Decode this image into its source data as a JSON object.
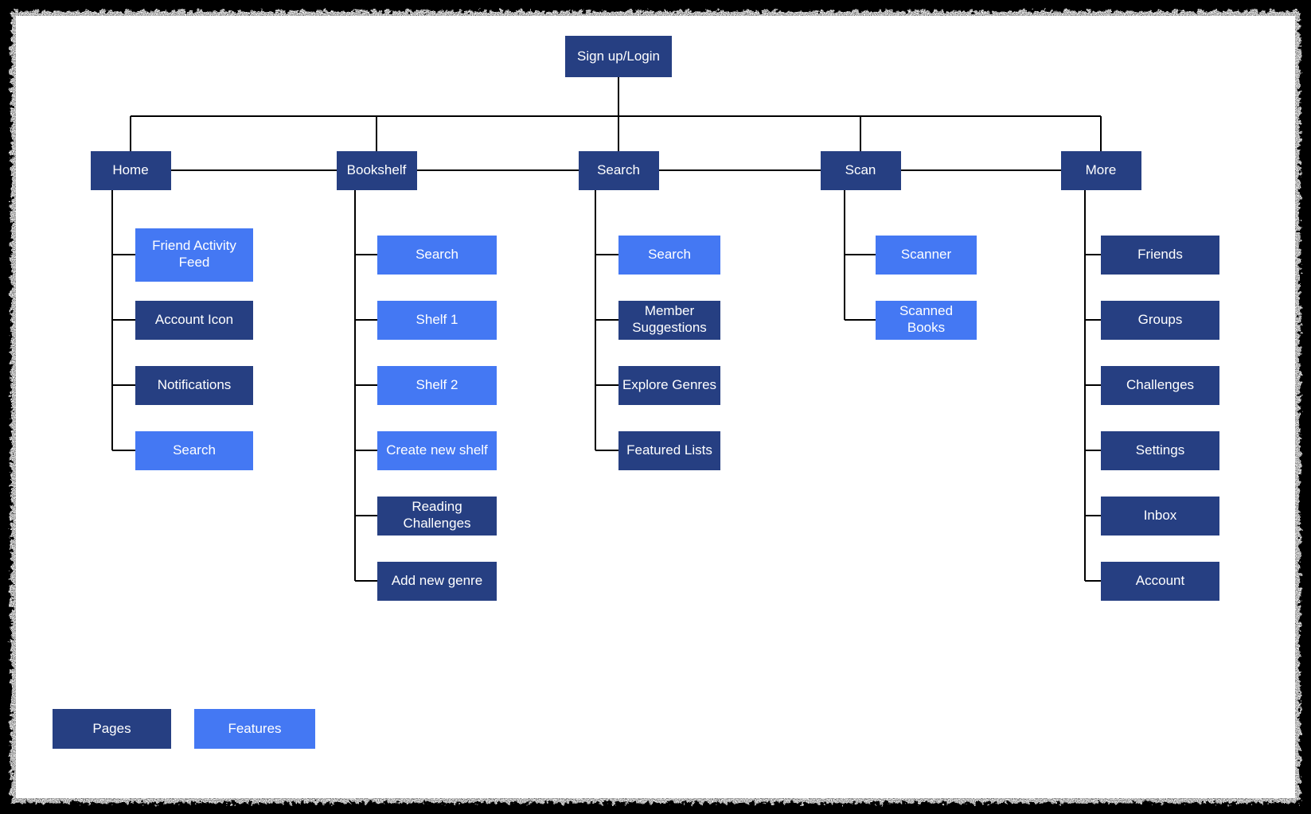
{
  "colors": {
    "page_fill": "#263F82",
    "feature_fill": "#4478F3",
    "text": "#FFFFFF",
    "line": "#000000",
    "background": "#FFFFFF",
    "border": "#000000"
  },
  "diagram": {
    "root": {
      "label": "Sign up/Login",
      "type": "page"
    },
    "pages": [
      {
        "label": "Home",
        "type": "page",
        "children": [
          {
            "label": "Friend Activity Feed",
            "type": "feature"
          },
          {
            "label": "Account Icon",
            "type": "page"
          },
          {
            "label": "Notifications",
            "type": "page"
          },
          {
            "label": "Search",
            "type": "feature"
          }
        ]
      },
      {
        "label": "Bookshelf",
        "type": "page",
        "children": [
          {
            "label": "Search",
            "type": "feature"
          },
          {
            "label": "Shelf 1",
            "type": "feature"
          },
          {
            "label": "Shelf 2",
            "type": "feature"
          },
          {
            "label": "Create new shelf",
            "type": "feature"
          },
          {
            "label": "Reading Challenges",
            "type": "page"
          },
          {
            "label": "Add new genre",
            "type": "page"
          }
        ]
      },
      {
        "label": "Search",
        "type": "page",
        "children": [
          {
            "label": "Search",
            "type": "feature"
          },
          {
            "label": "Member Suggestions",
            "type": "page"
          },
          {
            "label": "Explore Genres",
            "type": "page"
          },
          {
            "label": "Featured Lists",
            "type": "page"
          }
        ]
      },
      {
        "label": "Scan",
        "type": "page",
        "children": [
          {
            "label": "Scanner",
            "type": "feature"
          },
          {
            "label": "Scanned Books",
            "type": "feature"
          }
        ]
      },
      {
        "label": "More",
        "type": "page",
        "children": [
          {
            "label": "Friends",
            "type": "page"
          },
          {
            "label": "Groups",
            "type": "page"
          },
          {
            "label": "Challenges",
            "type": "page"
          },
          {
            "label": "Settings",
            "type": "page"
          },
          {
            "label": "Inbox",
            "type": "page"
          },
          {
            "label": "Account",
            "type": "page"
          }
        ]
      }
    ]
  },
  "legend": {
    "items": [
      {
        "label": "Pages",
        "type": "page"
      },
      {
        "label": "Features",
        "type": "feature"
      }
    ]
  }
}
